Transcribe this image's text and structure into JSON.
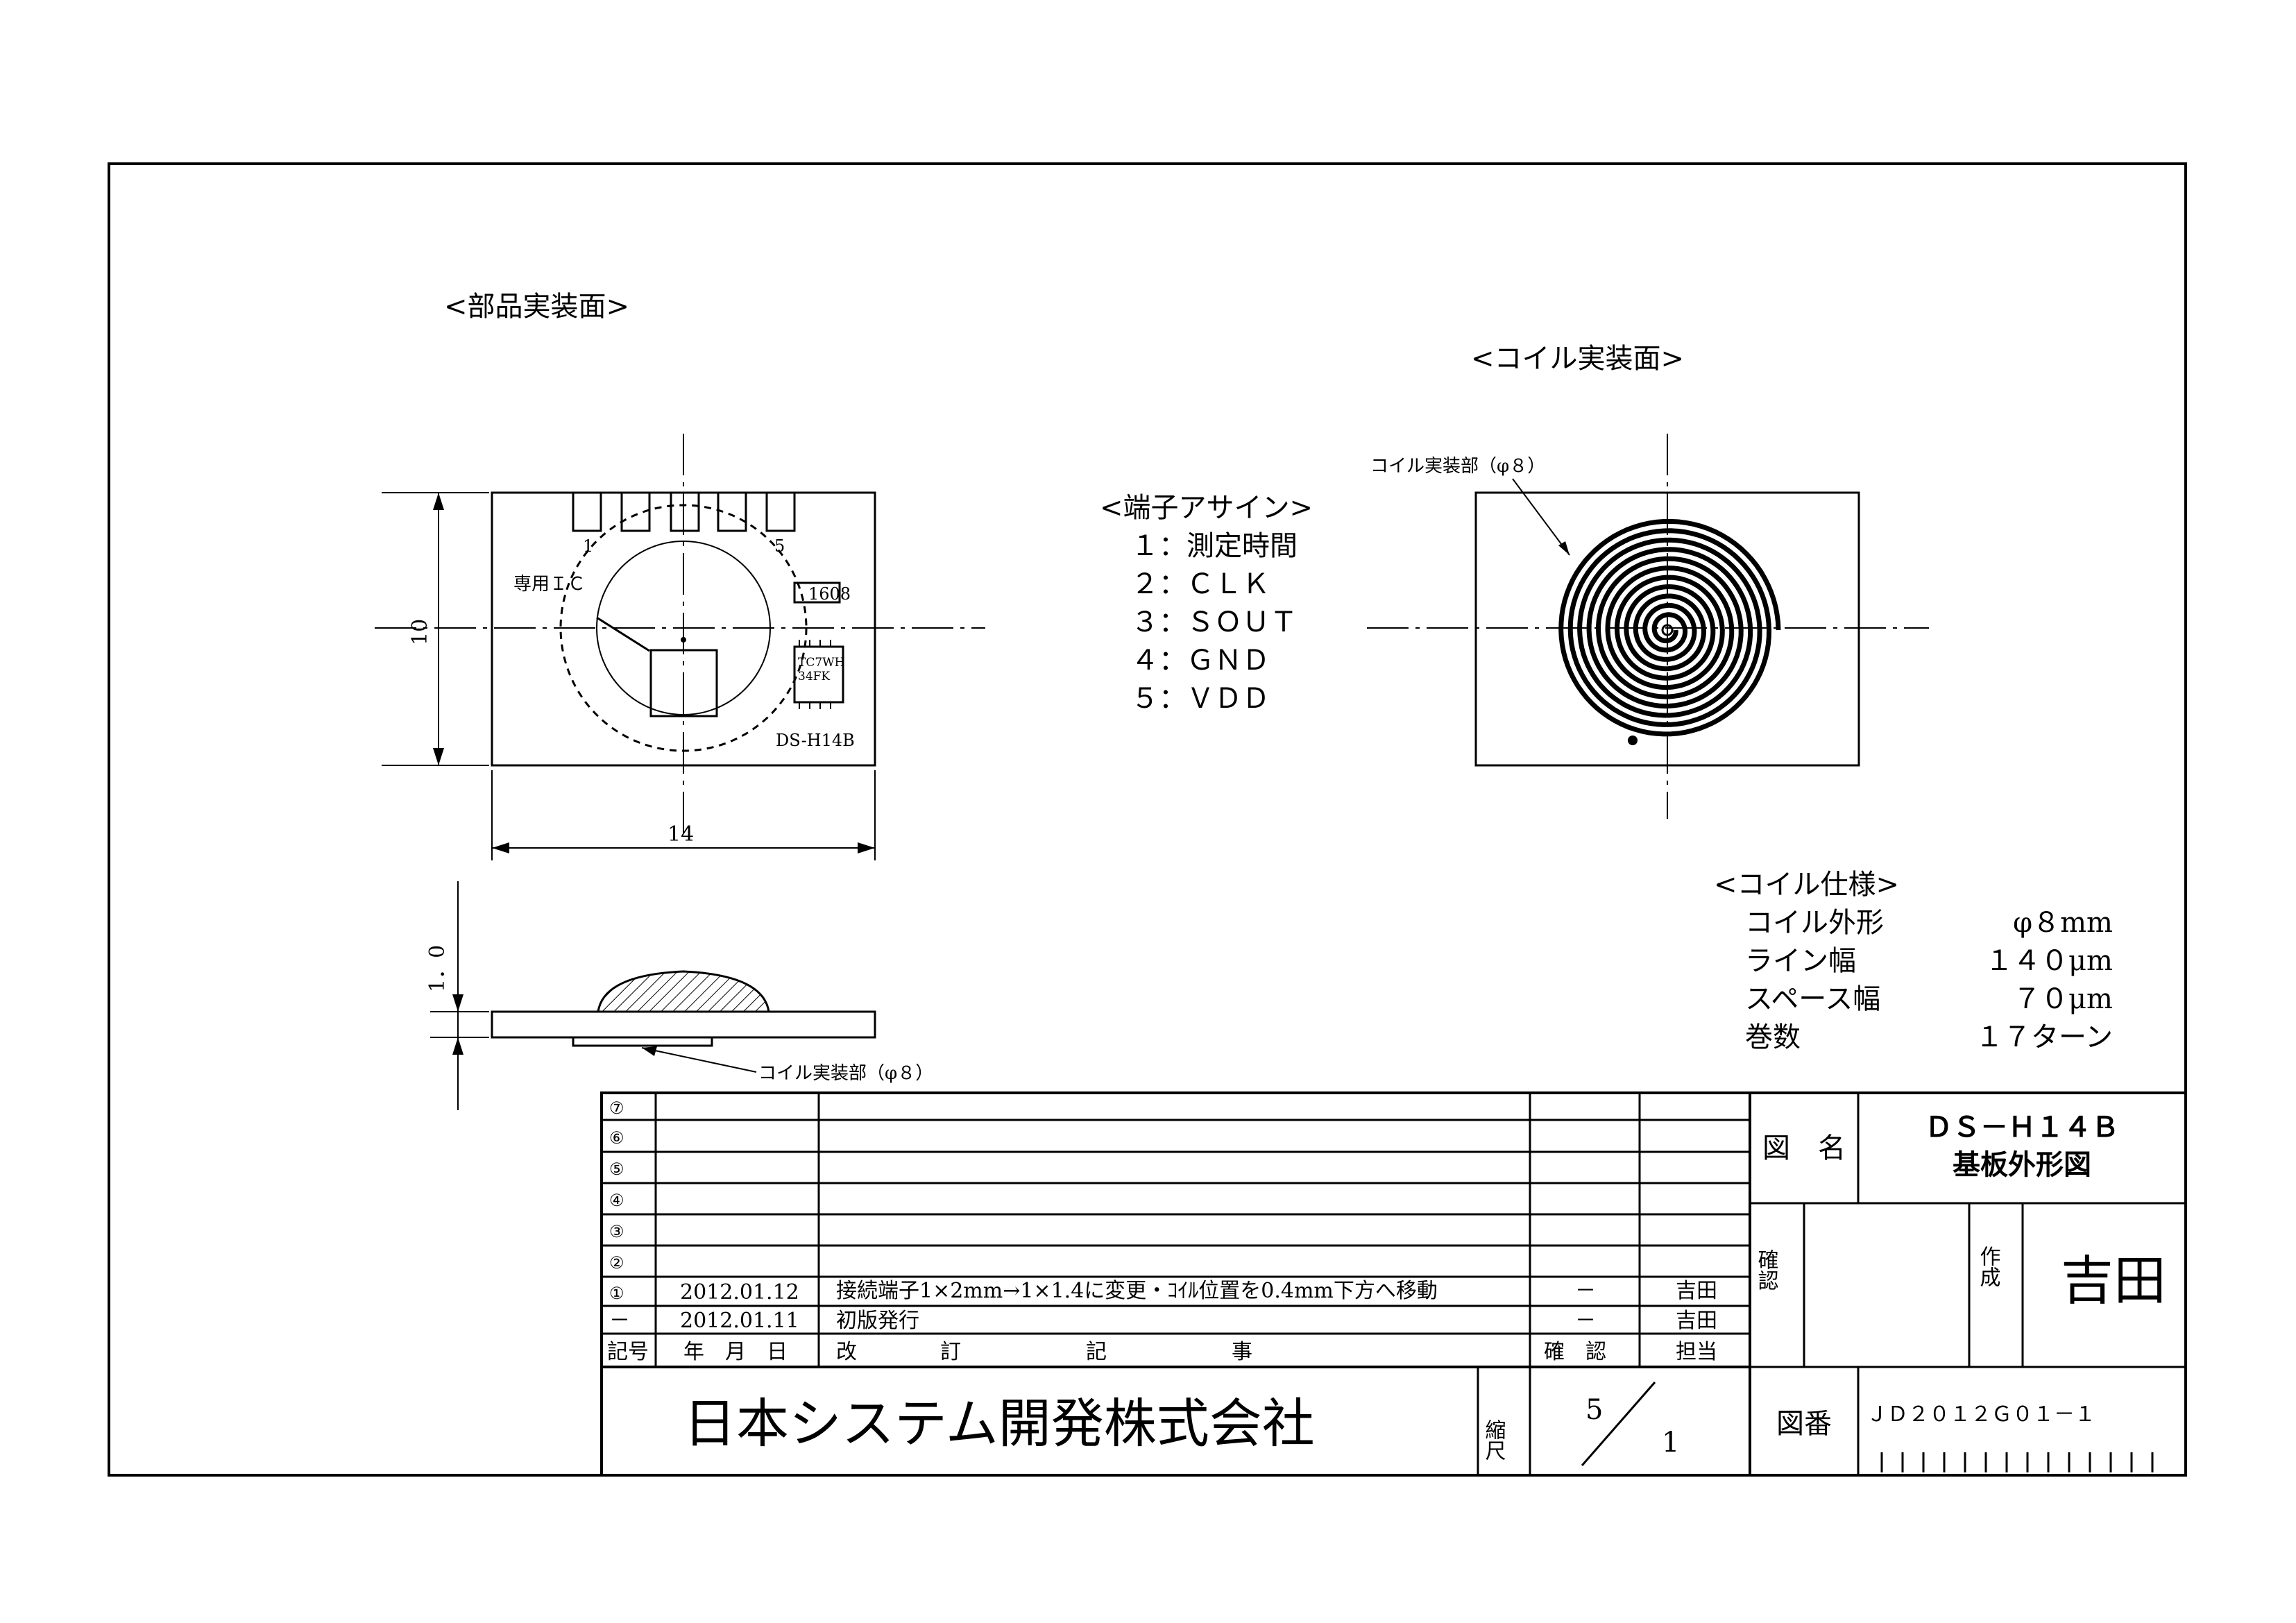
{
  "views": {
    "component_side_title": "<部品実装面>",
    "coil_side_title": "<コイル実装面>",
    "pin_1": "1",
    "pin_5": "5",
    "dim_height": "10",
    "dim_width": "14",
    "dim_thickness": "1．0",
    "label_dedicated_ic": "専用ＩＣ",
    "label_1608": "1608",
    "chip_marking_1": "TC7WH",
    "chip_marking_2": "34FK",
    "board_name": "DS-H14B",
    "coil_area_label_top": "コイル実装部（φ８）",
    "coil_area_label_side": "コイル実装部（φ８）"
  },
  "pin_assign": {
    "title": "<端子アサイン>",
    "pins": [
      "１：測定時間",
      "２：ＣＬＫ",
      "３：ＳＯＵＴ",
      "４：ＧＮＤ",
      "５：ＶＤＤ"
    ]
  },
  "coil_spec": {
    "title": "<コイル仕様>",
    "rows": [
      {
        "name": "コイル外形",
        "value": "φ８mm"
      },
      {
        "name": "ライン幅",
        "value": "１４０μm"
      },
      {
        "name": "スペース幅",
        "value": "７０μm"
      },
      {
        "name": "巻数",
        "value": "１７ターン"
      }
    ]
  },
  "revision_table": {
    "rows": [
      {
        "mark": "⑦",
        "date": "",
        "content": "",
        "confirm": "",
        "person": ""
      },
      {
        "mark": "⑥",
        "date": "",
        "content": "",
        "confirm": "",
        "person": ""
      },
      {
        "mark": "⑤",
        "date": "",
        "content": "",
        "confirm": "",
        "person": ""
      },
      {
        "mark": "④",
        "date": "",
        "content": "",
        "confirm": "",
        "person": ""
      },
      {
        "mark": "③",
        "date": "",
        "content": "",
        "confirm": "",
        "person": ""
      },
      {
        "mark": "②",
        "date": "",
        "content": "",
        "confirm": "",
        "person": ""
      },
      {
        "mark": "①",
        "date": "2012.01.12",
        "content": "接続端子1×2mm→1×1.4に変更・ｺｲﾙ位置を0.4mm下方へ移動",
        "confirm": "－",
        "person": "吉田"
      },
      {
        "mark": "－",
        "date": "2012.01.11",
        "content": "初版発行",
        "confirm": "－",
        "person": "吉田"
      }
    ],
    "header": {
      "mark": "記号",
      "date": "年　月　日",
      "content": "改　　　　訂　　　　　　記　　　　　　事",
      "confirm": "確　認",
      "person": "担当"
    }
  },
  "title_block": {
    "company": "日本システム開発株式会社",
    "scale_label": "縮尺",
    "scale_num": "5",
    "scale_den": "1",
    "drawing_name_label": "図　名",
    "drawing_name_1": "ＤＳ－Ｈ１４Ｂ",
    "drawing_name_2": "基板外形図",
    "check_label": "確認",
    "author_label": "作成",
    "author": "吉田",
    "drawing_no_label": "図番",
    "drawing_no": "ＪＤ２０１２Ｇ０１－１"
  }
}
